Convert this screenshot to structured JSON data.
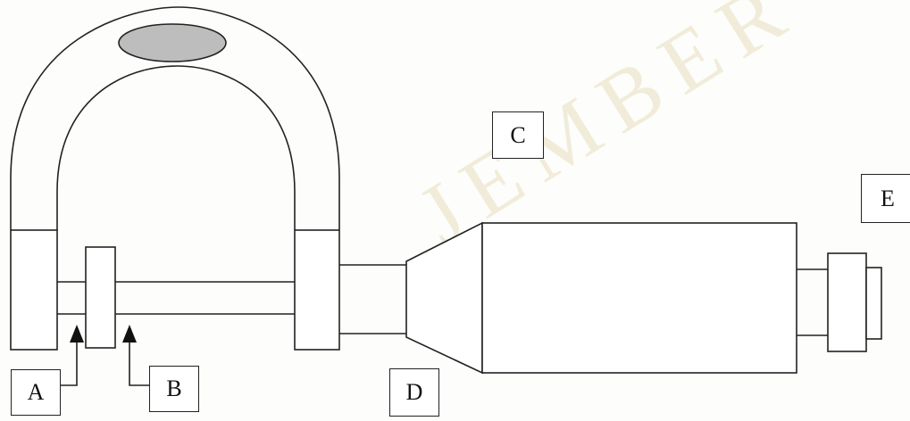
{
  "labels": {
    "a": "A",
    "b": "B",
    "c": "C",
    "d": "D",
    "e": "E"
  },
  "watermark": {
    "text": "JEMBER"
  }
}
